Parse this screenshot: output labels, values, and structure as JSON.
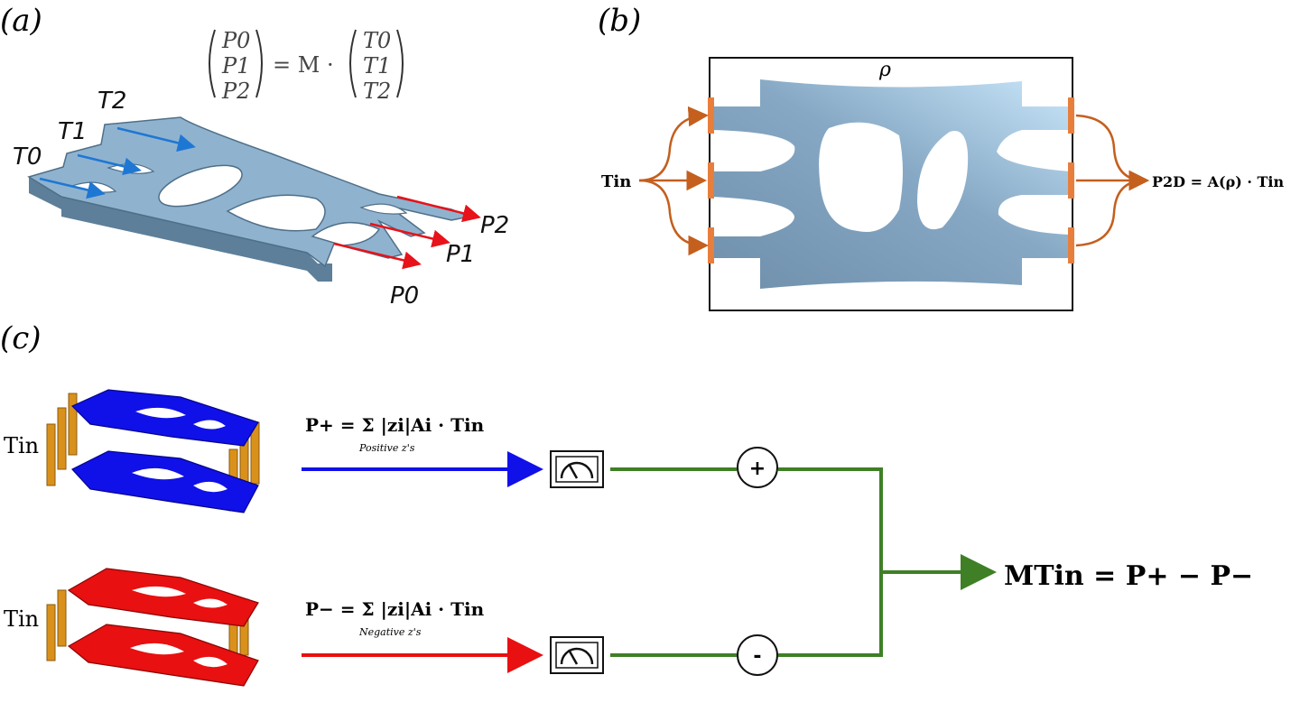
{
  "panels": {
    "a": {
      "label": "(a)",
      "equation": {
        "lhs": [
          "P0",
          "P1",
          "P2"
        ],
        "op": "= M ·",
        "rhs": [
          "T0",
          "T1",
          "T2"
        ]
      },
      "inputs": [
        "T0",
        "T1",
        "T2"
      ],
      "outputs": [
        "P0",
        "P1",
        "P2"
      ],
      "colors": {
        "device": "#8fb3cf",
        "input_arrow": "#1f77d4",
        "output_arrow": "#e8121a"
      }
    },
    "b": {
      "label": "(b)",
      "design_region": "ρ",
      "input": "Tin",
      "output_equation": "P2D = A(ρ) · Tin",
      "colors": {
        "device": "#7fa3c0",
        "port": "#e87e3c",
        "arrow": "#c45f1e"
      }
    },
    "c": {
      "label": "(c)",
      "positive": {
        "input": "Tin",
        "equation": "P+ = Σ |zi|Ai · Tin",
        "sum_label": "Positive z's",
        "detector": "power-meter",
        "combiner": "+",
        "color": "#1010e8"
      },
      "negative": {
        "input": "Tin",
        "equation": "P− = Σ |zi|Ai · Tin",
        "sum_label": "Negative z's",
        "detector": "power-meter",
        "combiner": "-",
        "color": "#e81010"
      },
      "output_equation": "MTin = P+ − P−",
      "colors": {
        "wire": "#3f7f26",
        "port": "#d9911c"
      }
    }
  }
}
